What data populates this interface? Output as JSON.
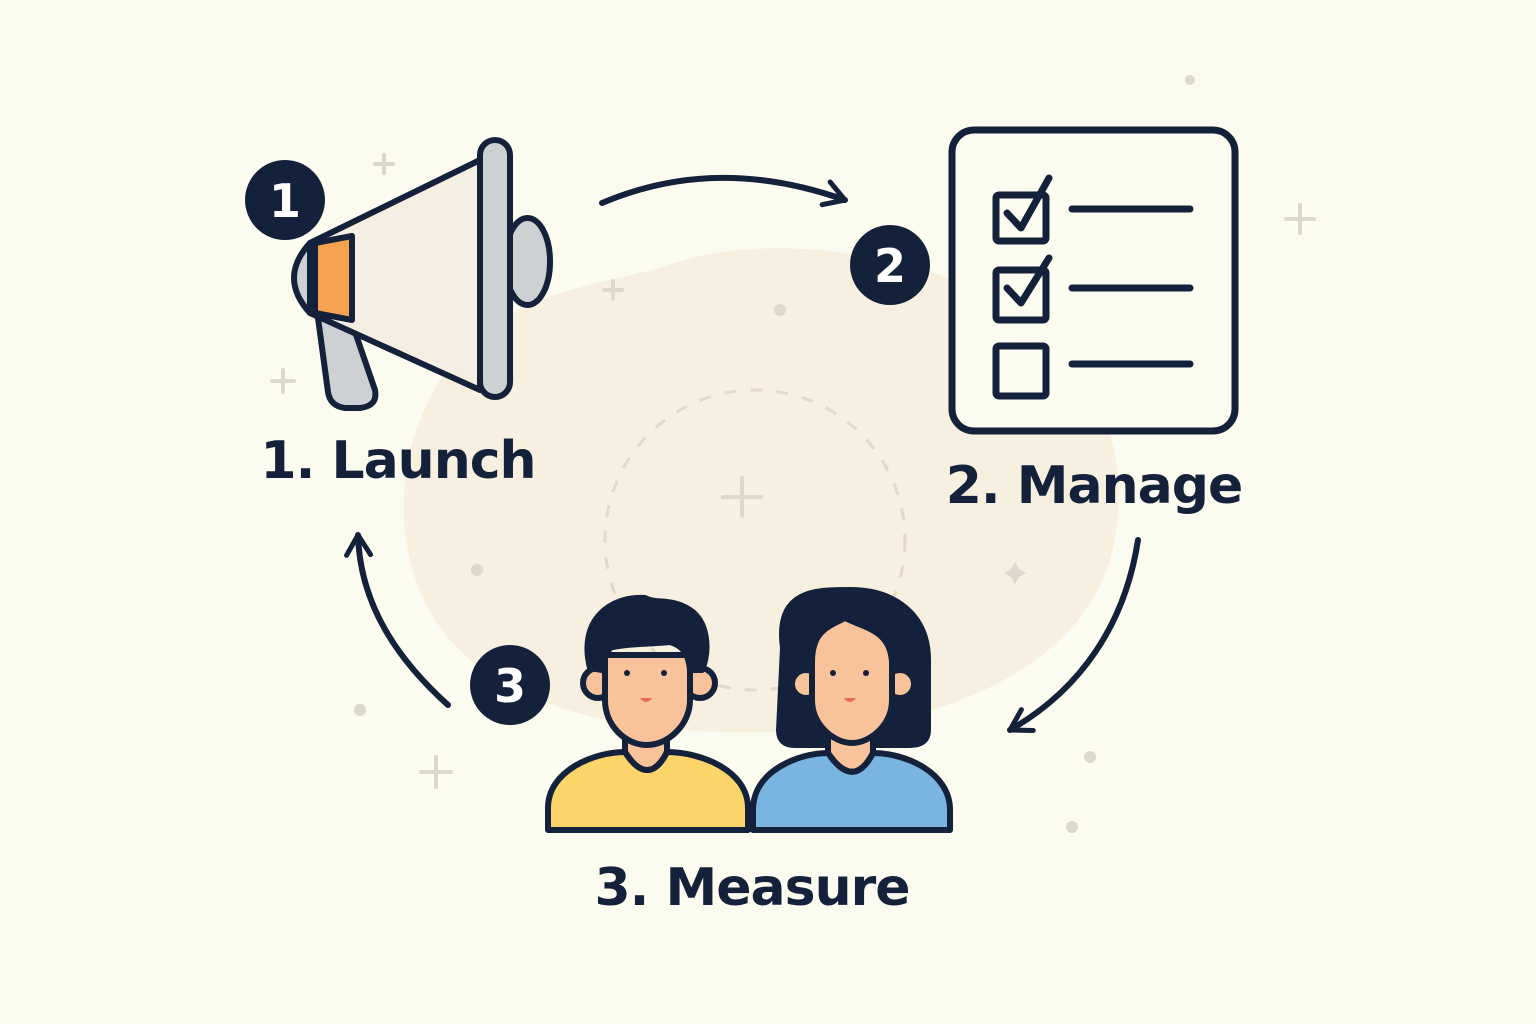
{
  "steps": [
    {
      "number": "1",
      "label": "1. Launch",
      "icon": "megaphone-icon"
    },
    {
      "number": "2",
      "label": "2. Manage",
      "icon": "checklist-icon"
    },
    {
      "number": "3",
      "label": "3. Measure",
      "icon": "people-icon"
    }
  ],
  "checklist": {
    "checked": [
      true,
      true,
      false
    ]
  },
  "colors": {
    "background": "#fcfbf0",
    "blob": "#f7efe0",
    "outline": "#14213a",
    "accent_orange": "#f7a24e",
    "megaphone_body": "#f5eee2",
    "megaphone_grey": "#cdd1d4",
    "shirt_yellow": "#fbd46a",
    "shirt_blue": "#7ab4e0",
    "skin": "#f8c39a"
  }
}
